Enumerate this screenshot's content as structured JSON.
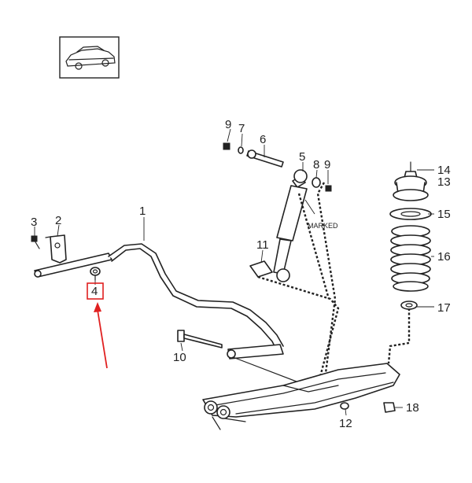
{
  "callouts": [
    {
      "id": "c1",
      "label": "1"
    },
    {
      "id": "c2",
      "label": "2"
    },
    {
      "id": "c3",
      "label": "3"
    },
    {
      "id": "c4",
      "label": "4"
    },
    {
      "id": "c5",
      "label": "5"
    },
    {
      "id": "c6",
      "label": "6"
    },
    {
      "id": "c7",
      "label": "7"
    },
    {
      "id": "c8",
      "label": "8"
    },
    {
      "id": "c9a",
      "label": "9"
    },
    {
      "id": "c9b",
      "label": "9"
    },
    {
      "id": "c10",
      "label": "10"
    },
    {
      "id": "c11",
      "label": "11"
    },
    {
      "id": "c12",
      "label": "12"
    },
    {
      "id": "c13",
      "label": "13"
    },
    {
      "id": "c14",
      "label": "14"
    },
    {
      "id": "c15",
      "label": "15"
    },
    {
      "id": "c16",
      "label": "16"
    },
    {
      "id": "c17",
      "label": "17"
    },
    {
      "id": "c18",
      "label": "18"
    }
  ],
  "shock_marking": "MARKED",
  "highlight": {
    "callout": "4",
    "box_color": "#e02020",
    "arrow_color": "#e02020"
  },
  "icons": {
    "vehicle": "car-thumbnail-icon"
  }
}
